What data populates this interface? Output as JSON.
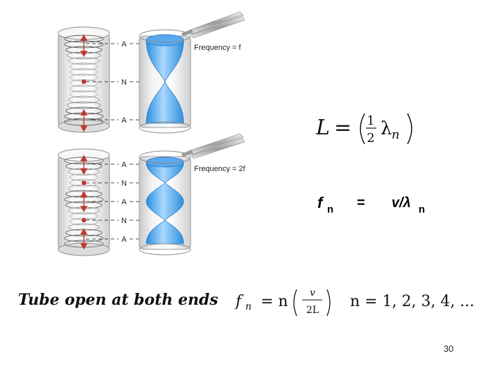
{
  "top_diagram": {
    "labels": [
      "A",
      "N",
      "A"
    ],
    "frequency_label": "Frequency = f"
  },
  "bottom_diagram": {
    "labels": [
      "A",
      "N",
      "A",
      "N",
      "A"
    ],
    "frequency_label": "Frequency = 2f"
  },
  "equation_L": {
    "lhs": "L",
    "eq": "=",
    "num": "1",
    "den": "2",
    "lambda": "λ",
    "sub": "n"
  },
  "equation_f": {
    "f": "f",
    "f_sub": "n",
    "eq": "=",
    "rhs": "v/λ",
    "rhs_sub": "n"
  },
  "bottom": {
    "title": "Tube open at both ends",
    "formula_lhs": "f",
    "formula_lhs_sub": "n",
    "formula_eq": "= n",
    "formula_num": "v",
    "formula_den": "2L",
    "n_values": "n = 1, 2, 3, 4, ..."
  },
  "page_number": "30"
}
